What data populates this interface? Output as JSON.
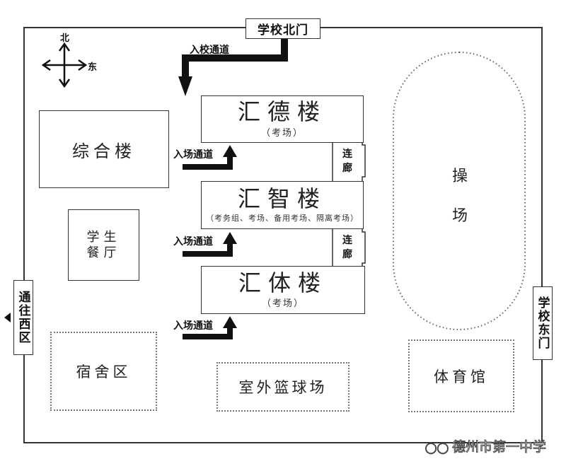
{
  "map": {
    "compass": {
      "north": "北",
      "east": "东"
    },
    "gates": {
      "north": "学校北门",
      "east": "学校东门",
      "west": "通往西区"
    },
    "paths": {
      "school_entry": "入校通道",
      "venue_entry": [
        "入场通道",
        "入场通道",
        "入场通道"
      ]
    },
    "buildings": {
      "comprehensive": "综合楼",
      "canteen": [
        "学生",
        "餐厅"
      ],
      "dormitory": "宿舍区",
      "basketball": "室外篮球场",
      "gym": "体育馆",
      "playground": [
        "操",
        "场"
      ],
      "exam_halls": [
        {
          "name": "汇德楼",
          "note": "（考场）"
        },
        {
          "name": "汇智楼",
          "note": "（考务组、考场、备用考场、隔离考场）"
        },
        {
          "name": "汇体楼",
          "note": "（考场）"
        }
      ],
      "corridors": [
        "连廊",
        "连廊"
      ]
    },
    "watermark": "德州市第一中学"
  }
}
